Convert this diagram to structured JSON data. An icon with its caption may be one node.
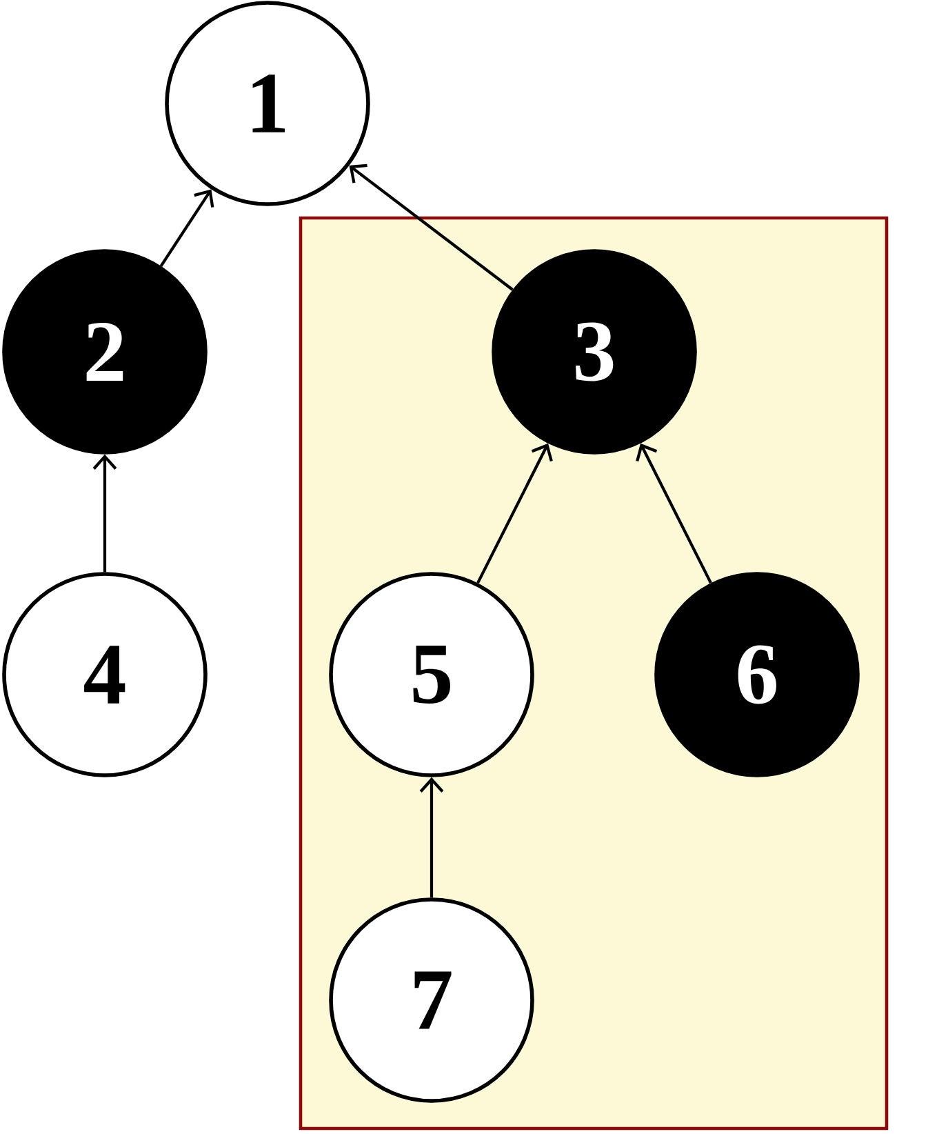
{
  "diagram": {
    "nodes": [
      {
        "text": [
          "1"
        ]
      },
      {
        "text": [
          "2"
        ]
      },
      {
        "text": [],
        "shape": "box"
      },
      {
        "text": [
          "3"
        ],
        "in": 2
      },
      {
        "text": [
          "4"
        ]
      },
      {
        "text": [
          "5"
        ],
        "in": 2
      },
      {
        "text": [
          "6"
        ],
        "in": 2
      },
      {
        "text": [
          "7"
        ],
        "in": 2
      }
    ],
    "edges": [
      {
        "from": 1,
        "to": 0,
        "arrow": "to"
      },
      {
        "from": 3,
        "to": 0,
        "arrow": "to"
      },
      {
        "from": 4,
        "to": 1,
        "arrow": "to"
      },
      {
        "from": 5,
        "to": 3,
        "arrow": "to"
      },
      {
        "from": 6,
        "to": 3,
        "arrow": "to"
      },
      {
        "from": 7,
        "to": 5,
        "arrow": "to"
      }
    ]
  }
}
